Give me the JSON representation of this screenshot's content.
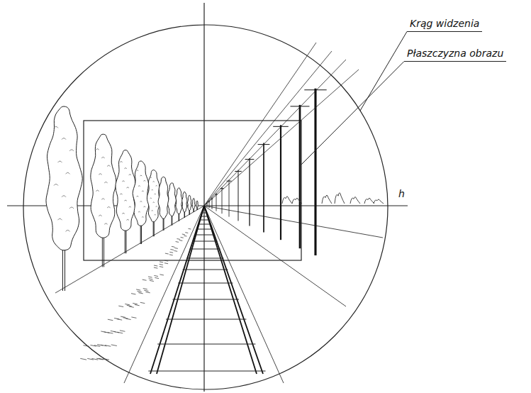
{
  "diagram": {
    "labels": [
      "Krąg widzenia",
      "Płaszczyzna obrazu",
      "h"
    ]
  }
}
